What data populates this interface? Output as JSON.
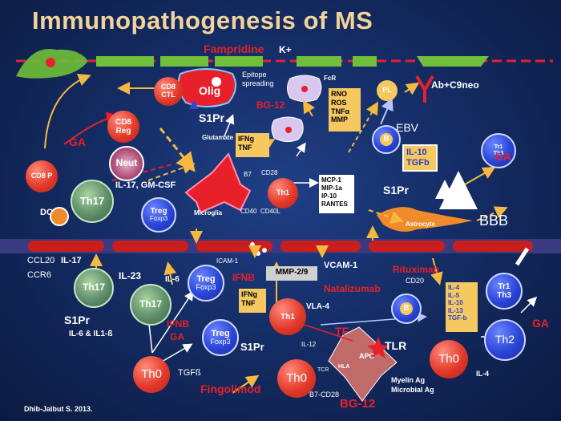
{
  "title": "Immunopathogenesis of MS",
  "citation": "Dhib-Jalbut S. 2013.",
  "top": {
    "fampridine": "Fampridine",
    "k_plus": "K+",
    "fcr": "FcR",
    "ab_c9neo": "Ab+C9neo",
    "pl": "PL",
    "epitope": "Epitope spreading",
    "glutamate": "Glutamate",
    "s1pr": "S1Pr",
    "bg12": "BG-12",
    "ebv": "EBV",
    "olig": "Olig",
    "b": "B"
  },
  "cells": {
    "cd8_ctl": "CD8 CTL",
    "cd8_reg": "CD8 Reg",
    "cd8p": "CD8 P",
    "neut": "Neut",
    "dc": "DC",
    "th17_a": "Th17",
    "th17_b": "Th17",
    "th17_c": "Th17",
    "treg_a": "Treg",
    "treg_a_sub": "Foxp3",
    "treg_b": "Treg",
    "treg_b_sub": "Foxp3",
    "treg_c": "Treg",
    "treg_c_sub": "Foxp3",
    "th1_top": "Th1",
    "th1_bottom": "Th1",
    "th0_a": "Th0",
    "th0_b": "Th0",
    "th0_c": "Th0",
    "tr1_top": "Tr1",
    "th3_top": "Th3",
    "tr1": "Tr1",
    "th3": "Th3",
    "th2": "Th2",
    "b_bottom": "B",
    "apc": "APC",
    "hla": "HLA",
    "tcr": "TCR"
  },
  "labels": {
    "ga_left": "GA",
    "ga_right": "GA",
    "ga_far_right": "GA",
    "il17_gmcsf": "IL-17, GM-CSF",
    "microglia": "Microglia",
    "b7": "B7",
    "cd28": "CD28",
    "cd40": "CD40",
    "cd40l": "CD40L",
    "astrocyte": "Astrocyte",
    "s1pr_right": "S1Pr",
    "bbb": "BBB",
    "ccl20": "CCL20",
    "il17": "IL-17",
    "ccr6": "CCR6",
    "il23": "IL-23",
    "il6": "IL-6",
    "s1pr_left": "S1Pr",
    "il6_il1b": "IL-6 & IL1-ß",
    "ifnb_ga_1": "IFNB",
    "ifnb_ga_2": "GA",
    "tgfb": "TGFß",
    "icam1": "ICAM-1",
    "ifnb": "IFNB",
    "mmp29": "MMP-2/9",
    "vcam1": "VCAM-1",
    "natalizumab": "Natalizumab",
    "vla4": "VLA-4",
    "s1pr_mid": "S1Pr",
    "il12": "IL-12",
    "tf": "TF",
    "tlr": "TLR",
    "fingolimod": "Fingolimod",
    "myelin": "Myelin Ag",
    "microbial": "Microbial Ag",
    "b7_cd28": "B7-CD28",
    "bg12_bottom": "BG-12",
    "rituximab": "Rituximab",
    "cd20": "CD20",
    "il4": "IL-4"
  },
  "boxes": {
    "ros": [
      "RNO",
      "ROS",
      "TNFα",
      "MMP"
    ],
    "ifng_tnf_top": [
      "IFNg",
      "TNF"
    ],
    "ifng_tnf_bottom": [
      "IFNg",
      "TNF"
    ],
    "chemokines": [
      "MCP-1",
      "MIP-1a",
      "IP-10",
      "RANTES"
    ],
    "il10_tgfb": [
      "IL-10",
      "TGFb"
    ],
    "th2_cytokines": [
      "IL-4",
      "IL-5",
      "IL-10",
      "IL-13",
      "TGF-b"
    ]
  },
  "colors": {
    "title": "#f2d39a",
    "drug": "#e8202a",
    "axon": "#6fbf3a",
    "bbb": "#c81e1e",
    "arrow": "#f5b942"
  }
}
